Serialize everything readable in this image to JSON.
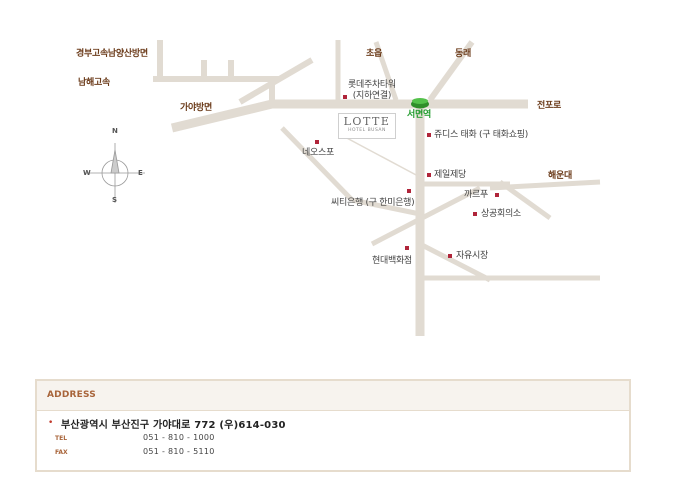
{
  "map": {
    "roads": {
      "gyeongbu": "경부고속남양산방면",
      "namhae": "남해고속",
      "gaya": "가야방면",
      "choeup": "초읍",
      "dongnae": "동래",
      "jeonpo": "전포로",
      "haeundae": "해운대"
    },
    "station": "서면역",
    "landmarks": {
      "lotte_tower_1": "롯데주차타워",
      "lotte_tower_2": "(지하연결)",
      "nc_spo": "네오스포",
      "judis": "쥬디스 태화 (구 태화쇼핑)",
      "jeil": "제일제당",
      "kkareupu": "까르푸",
      "city_bank": "씨티은행 (구 한미은행)",
      "sanggong": "상공회의소",
      "hyundai": "현대백화점",
      "jayu": "자유시장"
    },
    "hotel": {
      "brand": "LOTTE",
      "sub": "HOTEL BUSAN"
    },
    "compass": {
      "n": "N",
      "s": "S",
      "e": "E",
      "w": "W"
    },
    "colors": {
      "road": "#e1dbd2",
      "marker": "#b0253a",
      "station": "#1e9a2a",
      "road_label": "#6b3b1a"
    }
  },
  "address": {
    "title": "ADDRESS",
    "bullet": "•",
    "line": "부산광역시 부산진구 가야대로 772 (우)614-030",
    "tel_label": "TEL",
    "tel_value": "051 - 810 - 1000",
    "fax_label": "FAX",
    "fax_value": "051 - 810 - 5110",
    "colors": {
      "accent": "#a8643a",
      "border": "#e6dccd"
    }
  }
}
